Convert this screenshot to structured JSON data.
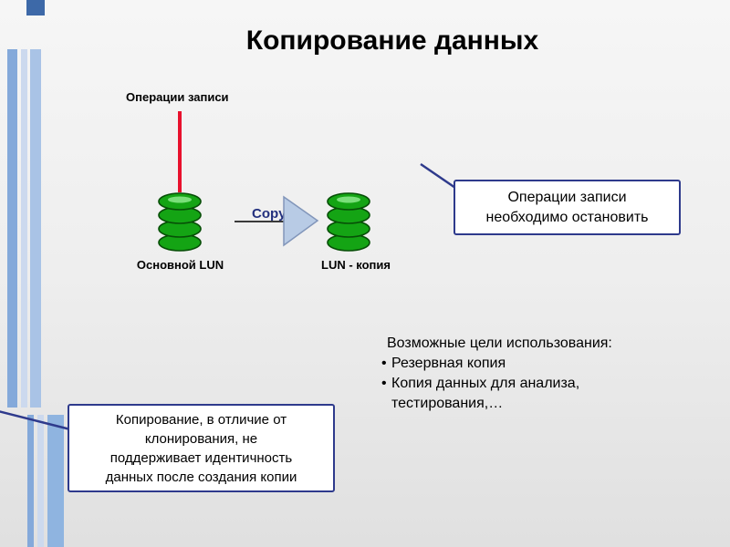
{
  "slide": {
    "title": "Копирование данных"
  },
  "diagram": {
    "write_ops_label": "Операции записи",
    "primary_lun_label": "Основной LUN",
    "copy_lun_label": "LUN  - копия",
    "copy_arrow_label": "Copy"
  },
  "callouts": {
    "stop_writes": "Операции записи\nнеобходимо остановить",
    "copy_vs_clone": "Копирование, в отличие от\nклонирования, не\nподдерживает идентичность\nданных после создания копии"
  },
  "notes": {
    "uses_title": "Возможные цели использования:",
    "uses_items": [
      "Резервная копия",
      "Копия данных для анализа, тестирования,…"
    ]
  },
  "icons": {
    "primary_lun": "database-stack-icon",
    "copy_lun": "database-stack-icon",
    "copy_arrow": "right-block-arrow"
  },
  "colors": {
    "accent_border": "#2e3a8c",
    "red_line": "#e8112d",
    "database_green": "#14a414",
    "arrow_fill": "#b8cbe5",
    "square_blue": "#3d69a8",
    "stripe_medium": "#84a9da",
    "stripe_pale": "#ccd9ee",
    "stripe_light": "#a9c3e6"
  }
}
